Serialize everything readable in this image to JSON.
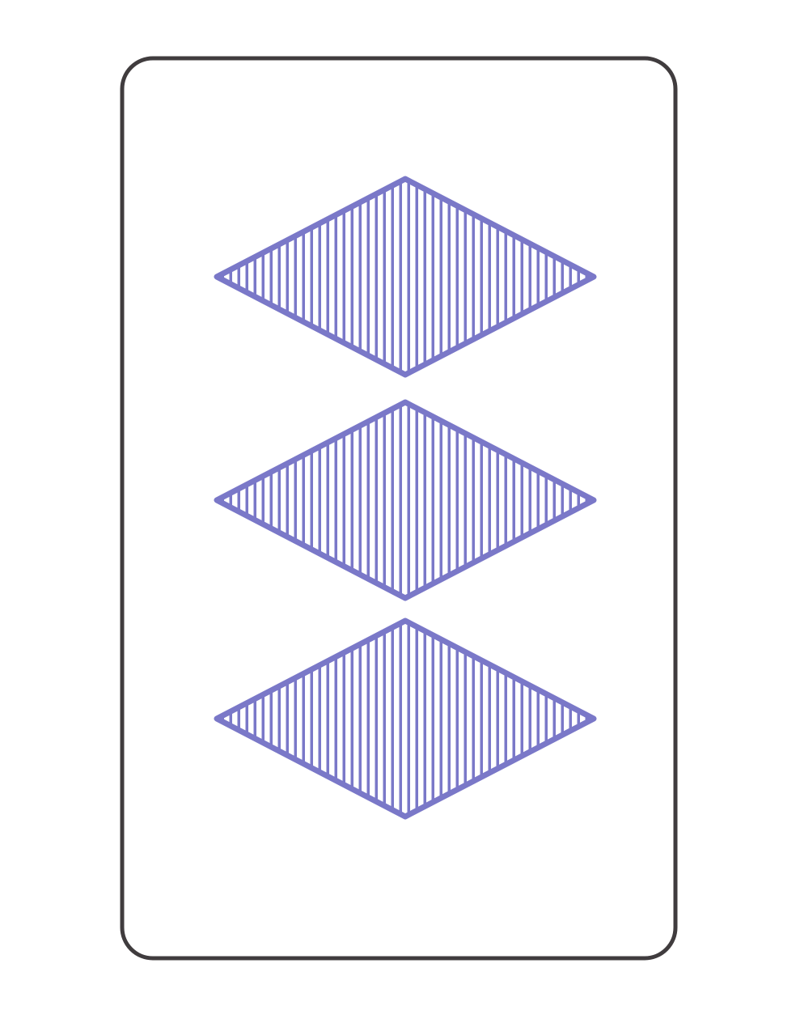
{
  "card": {
    "count": 3,
    "shape": "diamond",
    "shading": "striped",
    "color_name": "purple",
    "shape_color": "#7a78c8",
    "border_color": "#403c3e",
    "background_color": "#ffffff"
  }
}
